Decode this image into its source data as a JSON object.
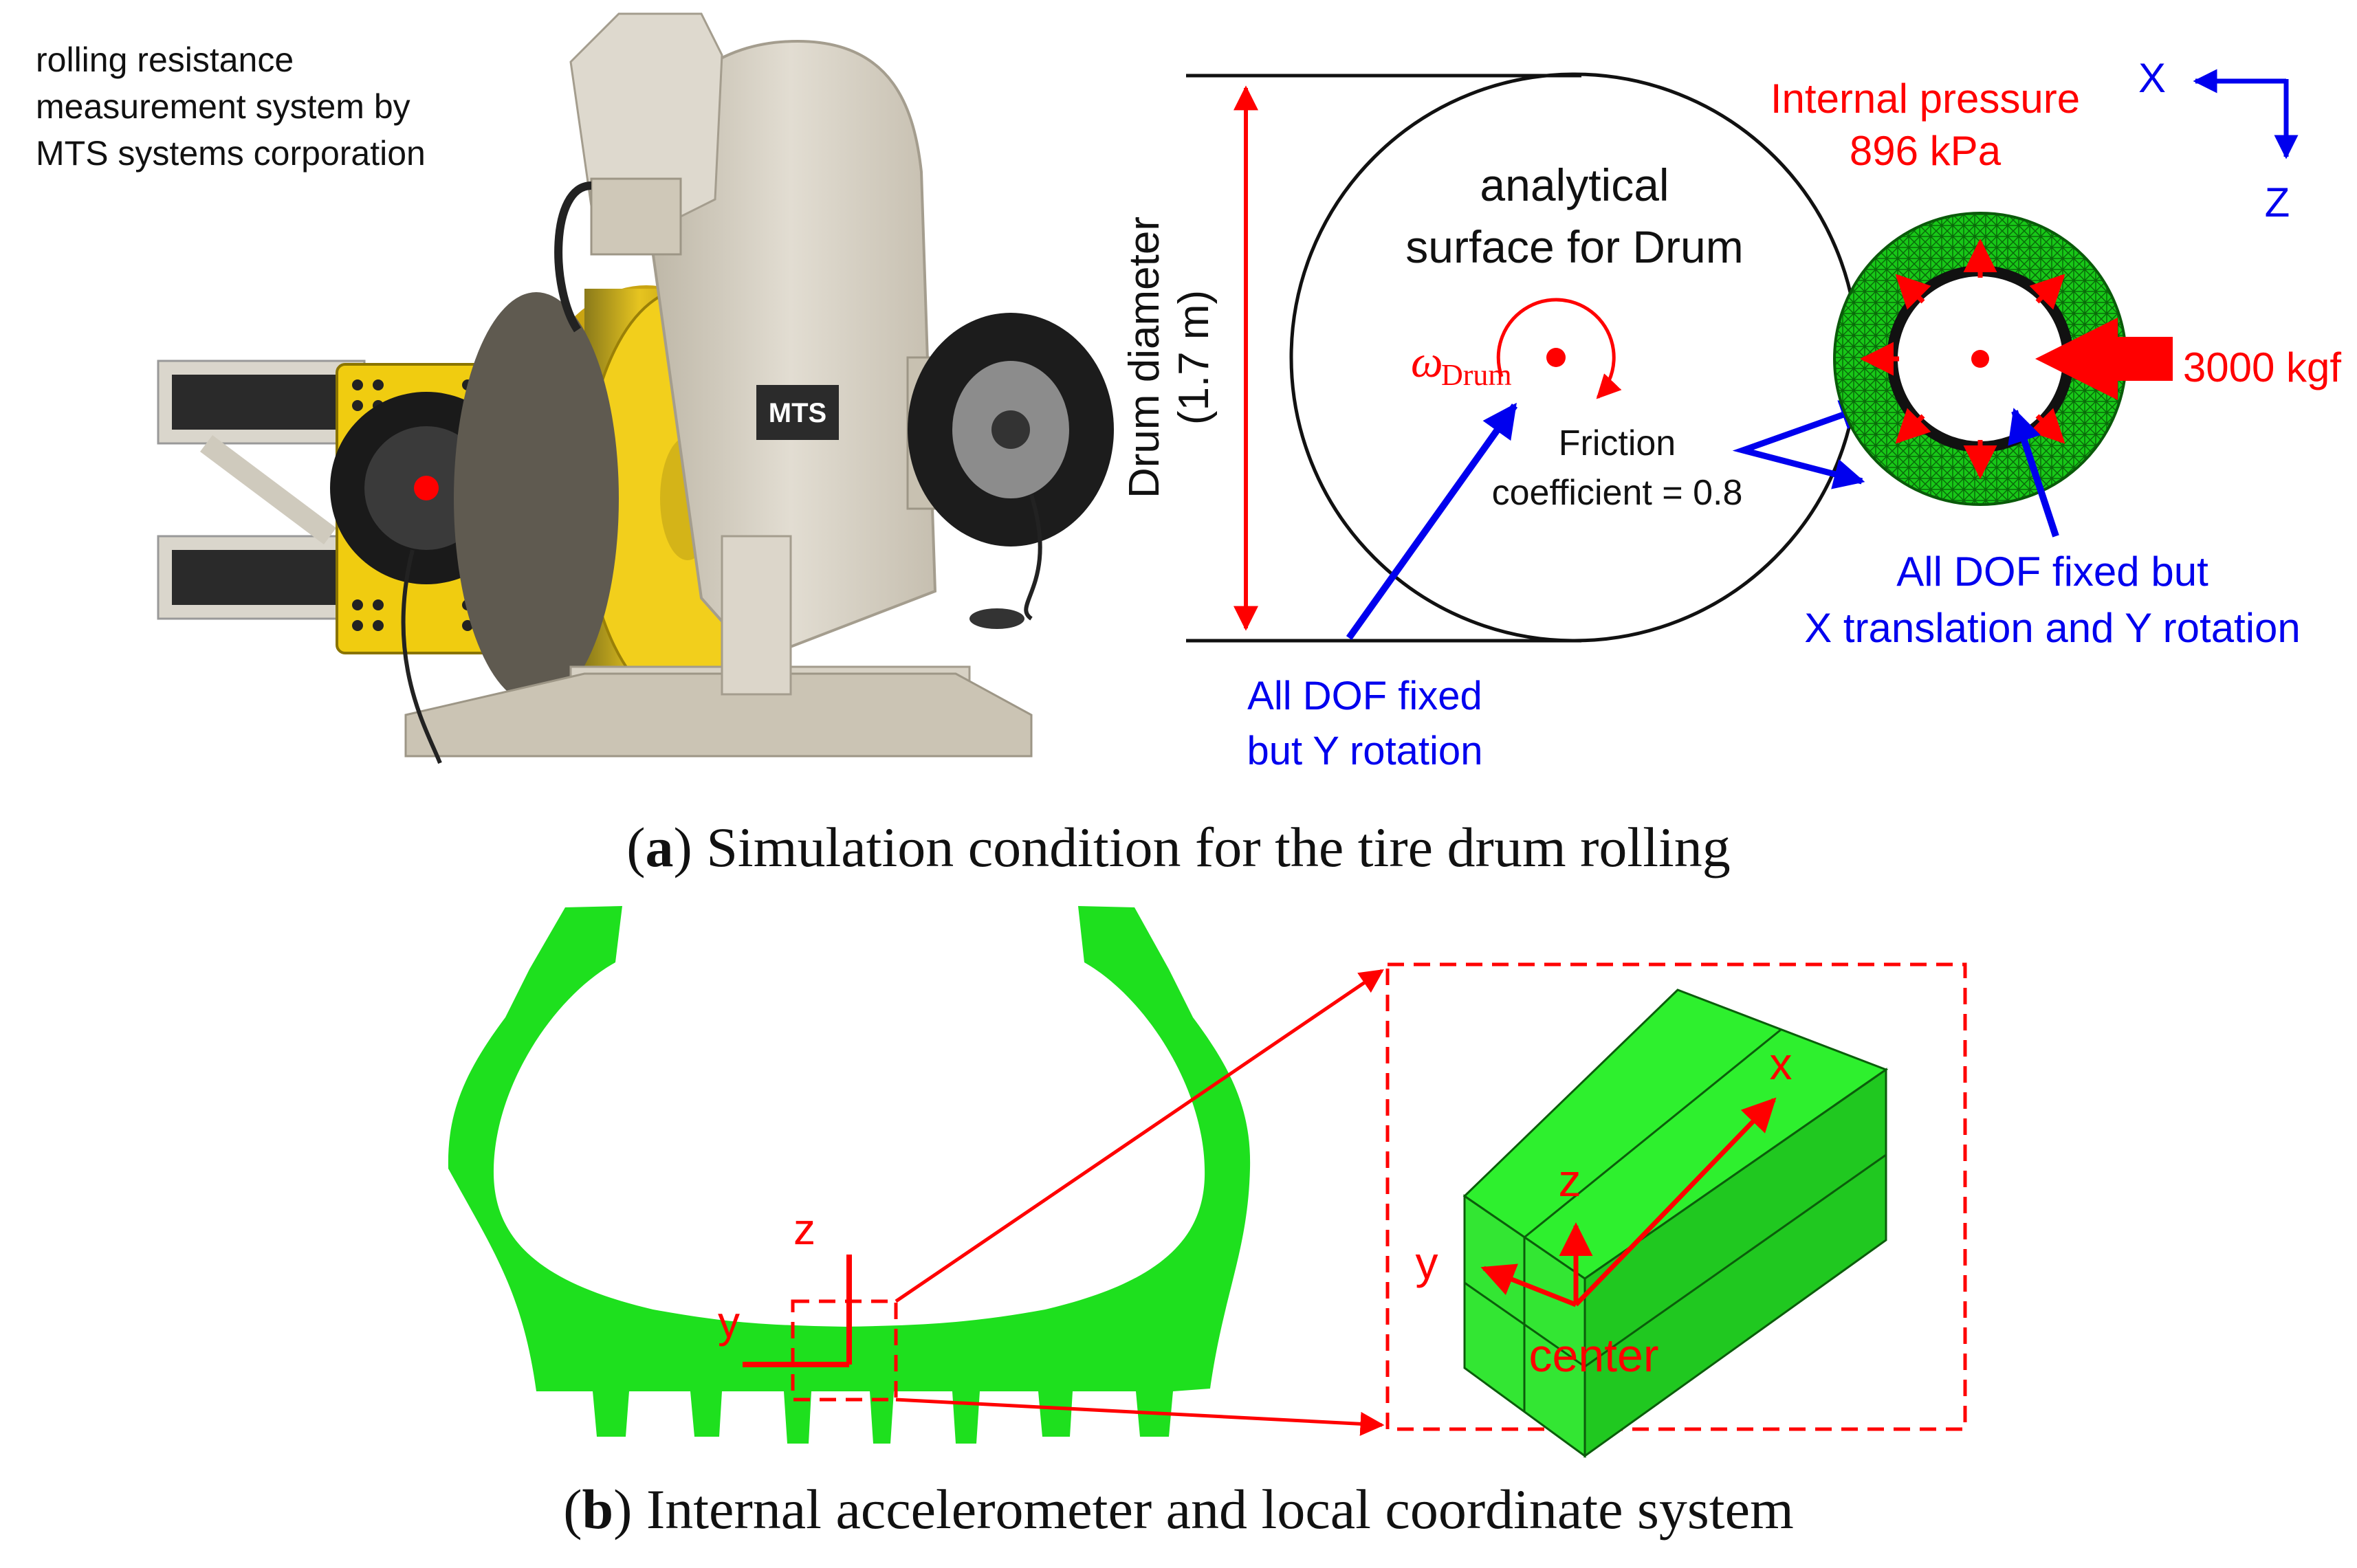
{
  "colors": {
    "red": "#ff0000",
    "blue": "#0000ee",
    "green": "#1ee01e",
    "black": "#111111"
  },
  "panel_a": {
    "photo_caption_lines": [
      "rolling resistance",
      "measurement system by",
      "MTS systems corporation"
    ],
    "machine_badge": "MTS",
    "drum_diameter_label": "Drum diameter",
    "drum_diameter_value": "(1.7 m)",
    "drum_surface_lines": [
      "analytical",
      "surface for Drum"
    ],
    "omega_symbol": "ω",
    "omega_subscript": "Drum",
    "friction_lines": [
      "Friction",
      "coefficient = 0.8"
    ],
    "internal_pressure_lines": [
      "Internal pressure",
      "896 kPa"
    ],
    "axis_x": "X",
    "axis_z": "Z",
    "load_label": "3000 kgf",
    "drum_bc_lines": [
      "All DOF fixed",
      "but Y rotation"
    ],
    "tire_bc_lines": [
      "All DOF fixed but",
      "X translation and Y rotation"
    ],
    "caption_letter": "a",
    "caption_text": " Simulation condition for the tire drum rolling"
  },
  "panel_b": {
    "axis_z": "z",
    "axis_y": "y",
    "zoom_axis_x": "x",
    "zoom_axis_z": "z",
    "zoom_axis_y": "y",
    "zoom_center": "center",
    "caption_letter": "b",
    "caption_text": " Internal accelerometer and local coordinate system"
  }
}
